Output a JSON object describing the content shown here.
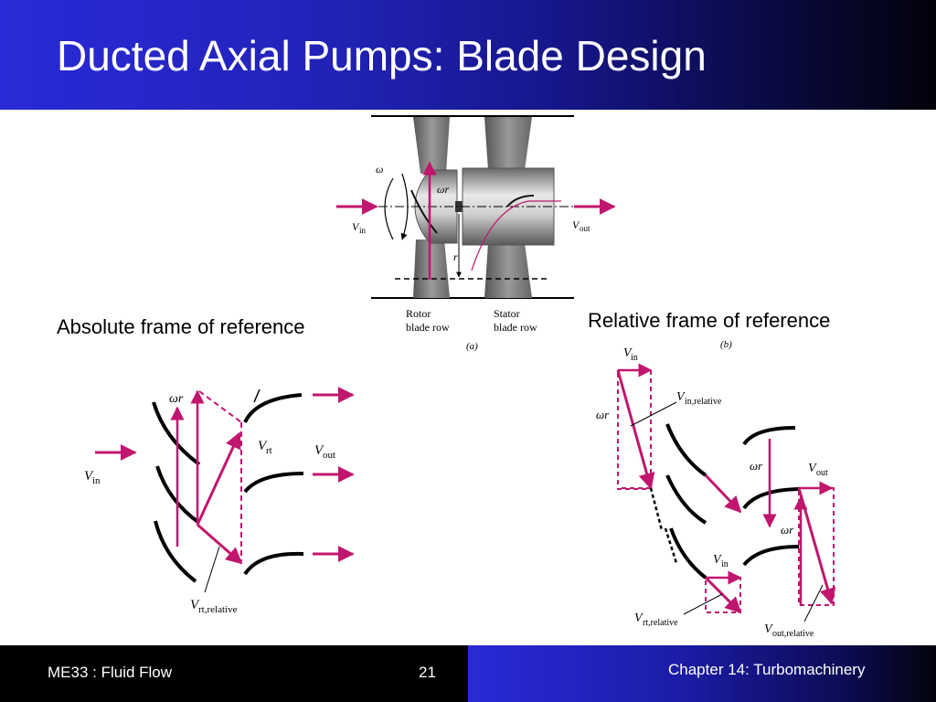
{
  "slide": {
    "title": "Ducted Axial Pumps:  Blade Design",
    "label_absolute": "Absolute frame of reference",
    "label_relative": "Relative frame of reference"
  },
  "figure_a": {
    "omega": "ω",
    "omega_r": "ωr",
    "r": "r",
    "v_in": "V",
    "v_in_sub": "in",
    "v_out": "V",
    "v_out_sub": "out",
    "rotor_label_1": "Rotor",
    "rotor_label_2": "blade row",
    "stator_label_1": "Stator",
    "stator_label_2": "blade row",
    "tag": "(a)"
  },
  "figure_abs": {
    "omega_r": "ωr",
    "v_in": "V",
    "v_in_sub": "in",
    "v_rt": "V",
    "v_rt_sub": "rt",
    "v_out": "V",
    "v_out_sub": "out",
    "v_rt_rel": "V",
    "v_rt_rel_sub": "rt,relative"
  },
  "figure_b": {
    "tag": "(b)",
    "v_in_top": "V",
    "v_in_top_sub": "in",
    "v_in_rel": "V",
    "v_in_rel_sub": "in,relative",
    "omega_r_left": "ωr",
    "omega_r_mid": "ωr",
    "omega_r_right": "ωr",
    "v_out": "V",
    "v_out_sub": "out",
    "v_in_low": "V",
    "v_in_low_sub": "in",
    "v_rt_rel": "V",
    "v_rt_rel_sub": "rt,relative",
    "v_out_rel": "V",
    "v_out_rel_sub": "out,relative"
  },
  "footer": {
    "course": "ME33 :  Fluid Flow",
    "page": "21",
    "chapter": "Chapter 14:  Turbomachinery"
  },
  "colors": {
    "accent_magenta": "#c0166e",
    "header_blue": "#2a2ad8"
  }
}
